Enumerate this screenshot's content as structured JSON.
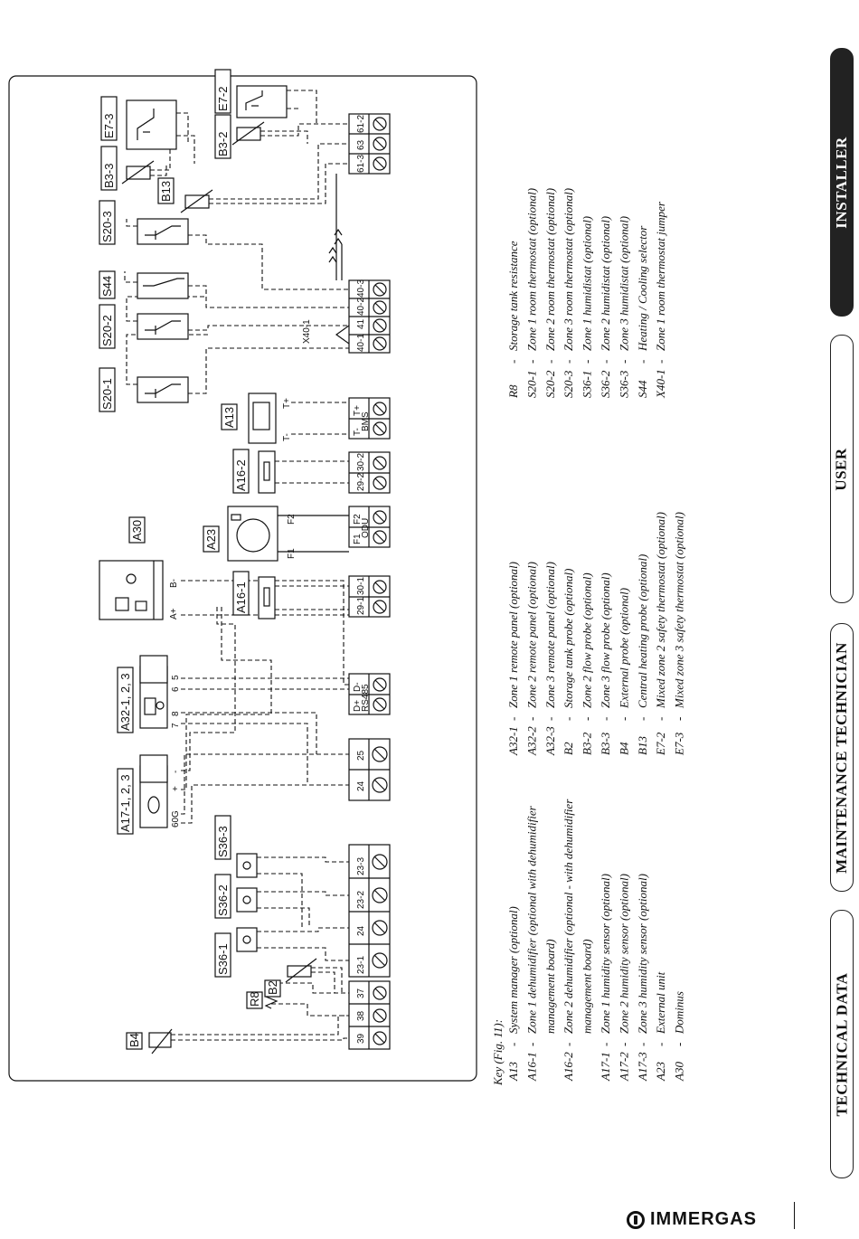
{
  "tabs": {
    "installer": "INSTALLER",
    "user": "USER",
    "maintenance": "MAINTENANCE TECHNICIAN",
    "technical": "TECHNICAL DATA"
  },
  "brand": "IMMERGAS",
  "key": {
    "title": "Key (Fig. 11):",
    "col1": [
      {
        "code": "A13",
        "dash": "-",
        "desc": "System manager (optional)"
      },
      {
        "code": "A16-1",
        "dash": "-",
        "desc": "Zone 1 dehumidifier (optional with dehumidifier"
      },
      {
        "code": "",
        "dash": "",
        "desc": "management board)"
      },
      {
        "code": "A16-2",
        "dash": "-",
        "desc": "Zone 2 dehumidifier (optional - with dehumidifier"
      },
      {
        "code": "",
        "dash": "",
        "desc": "management board)"
      },
      {
        "code": "A17-1",
        "dash": "-",
        "desc": "Zone 1 humidity sensor (optional)"
      },
      {
        "code": "A17-2",
        "dash": "-",
        "desc": "Zone 2 humidity sensor (optional)"
      },
      {
        "code": "A17-3",
        "dash": "-",
        "desc": "Zone 3 humidity sensor (optional)"
      },
      {
        "code": "A23",
        "dash": "-",
        "desc": "External unit"
      },
      {
        "code": "A30",
        "dash": "-",
        "desc": "Dominus"
      }
    ],
    "col2": [
      {
        "code": "A32-1",
        "dash": "-",
        "desc": "Zone 1 remote panel (optional)"
      },
      {
        "code": "A32-2",
        "dash": "-",
        "desc": "Zone 2 remote panel (optional)"
      },
      {
        "code": "A32-3",
        "dash": "-",
        "desc": "Zone 3 remote panel (optional)"
      },
      {
        "code": "B2",
        "dash": "-",
        "desc": "Storage tank probe (optional)"
      },
      {
        "code": "B3-2",
        "dash": "-",
        "desc": "Zone 2 flow probe (optional)"
      },
      {
        "code": "B3-3",
        "dash": "-",
        "desc": "Zone 3 flow probe (optional)"
      },
      {
        "code": "B4",
        "dash": "-",
        "desc": "External probe (optional)"
      },
      {
        "code": "B13",
        "dash": "-",
        "desc": "Central heating probe (optional)"
      },
      {
        "code": "E7-2",
        "dash": "-",
        "desc": "Mixed zone 2 safety thermostat (optional)"
      },
      {
        "code": "E7-3",
        "dash": "-",
        "desc": "Mixed zone 3 safety thermostat (optional)"
      }
    ],
    "col3": [
      {
        "code": "R8",
        "dash": "-",
        "desc": "Storage tank resistance"
      },
      {
        "code": "S20-1",
        "dash": "-",
        "desc": "Zone 1 room thermostat (optional)"
      },
      {
        "code": "S20-2",
        "dash": "-",
        "desc": "Zone 2 room thermostat (optional)"
      },
      {
        "code": "S20-3",
        "dash": "-",
        "desc": "Zone 3 room thermostat (optional)"
      },
      {
        "code": "S36-1",
        "dash": "-",
        "desc": "Zone 1 humidistat (optional)"
      },
      {
        "code": "S36-2",
        "dash": "-",
        "desc": "Zone 2 humidistat (optional)"
      },
      {
        "code": "S36-3",
        "dash": "-",
        "desc": "Zone 3 humidistat (optional)"
      },
      {
        "code": "S44",
        "dash": "-",
        "desc": "Heating / Cooling selector"
      },
      {
        "code": "X40-1",
        "dash": "-",
        "desc": "Zone 1 room thermostat jumper"
      }
    ]
  },
  "components": {
    "B4": "B4",
    "R8": "R8",
    "B2": "B2",
    "S36_1": "S36-1",
    "S36_2": "S36-2",
    "S36_3": "S36-3",
    "A17": "A17-1, 2, 3",
    "A32": "A32-1, 2, 3",
    "A30": "A30",
    "A16_1": "A16-1",
    "A23": "A23",
    "A16_2": "A16-2",
    "A13": "A13",
    "S20_1": "S20-1",
    "S20_2": "S20-2",
    "S44": "S44",
    "S20_3": "S20-3",
    "B13": "B13",
    "B3_3": "B3-3",
    "E7_3": "E7-3",
    "B3_2": "B3-2",
    "E7_2": "E7-2",
    "X40_1": "X40-1"
  },
  "terminals": {
    "t39": "39",
    "t38": "38",
    "t37": "37",
    "t23_1": "23-1",
    "t24a": "24",
    "t23_2": "23-2",
    "t23_3": "23-3",
    "t24b": "24",
    "t25": "25",
    "rs_d1": "D+",
    "rs_d2": "D-",
    "rs_name": "RS485",
    "t29_1": "29-1",
    "t30_1": "30-1",
    "odu_f1": "F1",
    "odu_f2": "F2",
    "odu_name": "ODU",
    "t29_2": "29-2",
    "t30_2": "30-2",
    "bms_t1": "T-",
    "bms_t2": "T+",
    "bms_name": "BMS",
    "t40_1": "40-1",
    "t41": "41",
    "t40_2": "40-2",
    "t40_3": "40-3",
    "t61_3": "61-3",
    "t63": "63",
    "t61_2": "61-2"
  },
  "pins": {
    "a17_60": "60",
    "a17_g": "G",
    "a17_plus": "+",
    "a17_minus": "-",
    "a32_7": "7",
    "a32_8": "8",
    "a32_6": "6",
    "a32_5": "5",
    "a30_a": "A+",
    "a30_b": "B-",
    "a23_f1": "F1",
    "a23_f2": "F2",
    "a13_tm": "T-",
    "a13_tp": "T+"
  }
}
